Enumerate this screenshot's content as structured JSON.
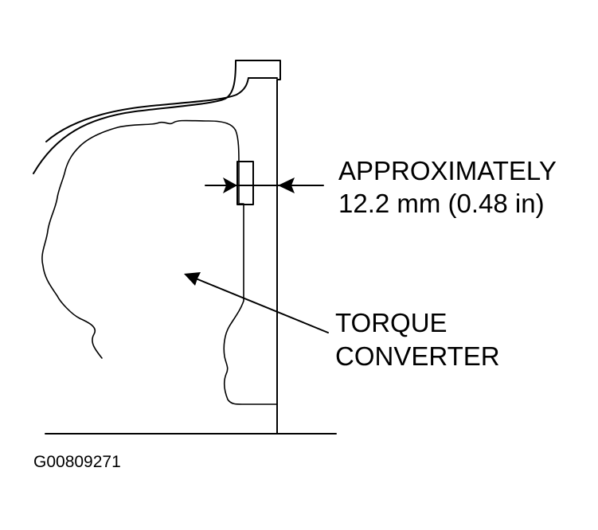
{
  "labels": {
    "measurement_line1": "APPROXIMATELY",
    "measurement_line2": "12.2 mm (0.48 in)",
    "part_line1": "TORQUE",
    "part_line2": "CONVERTER"
  },
  "figure_id": "G00809271",
  "colors": {
    "ink": "#000000",
    "background": "#ffffff"
  }
}
